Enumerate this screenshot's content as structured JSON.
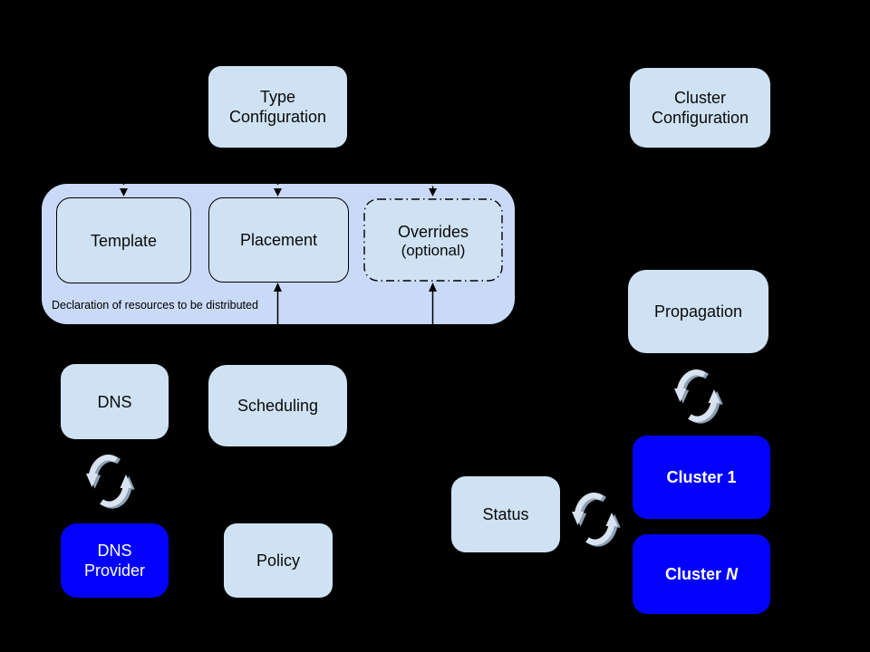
{
  "colors": {
    "background": "#000000",
    "container_fill": "#c9daf8",
    "node_fill_light": "#cfe2f3",
    "node_fill_blue": "#0202fc",
    "node_border": "#000000",
    "text_dark": "#000000",
    "text_light": "#ffffff",
    "sync_arrow_light": "#d9e3f0",
    "sync_arrow_shadow": "#8da1b6"
  },
  "nodes": {
    "type_configuration": {
      "line1": "Type",
      "line2": "Configuration"
    },
    "cluster_configuration": {
      "line1": "Cluster",
      "line2": "Configuration"
    },
    "template": {
      "label": "Template"
    },
    "placement": {
      "label": "Placement"
    },
    "overrides": {
      "label": "Overrides",
      "sublabel": "(optional)"
    },
    "group_caption": "Declaration of resources to be distributed",
    "dns": {
      "label": "DNS"
    },
    "scheduling": {
      "label": "Scheduling"
    },
    "propagation": {
      "label": "Propagation"
    },
    "dns_provider": {
      "line1": "DNS",
      "line2": "Provider"
    },
    "policy": {
      "label": "Policy"
    },
    "status": {
      "label": "Status"
    },
    "cluster_1": {
      "label": "Cluster 1"
    },
    "cluster_n": {
      "prefix": "Cluster ",
      "suffix": "N"
    }
  },
  "icons": {
    "sync": "sync-icon"
  }
}
